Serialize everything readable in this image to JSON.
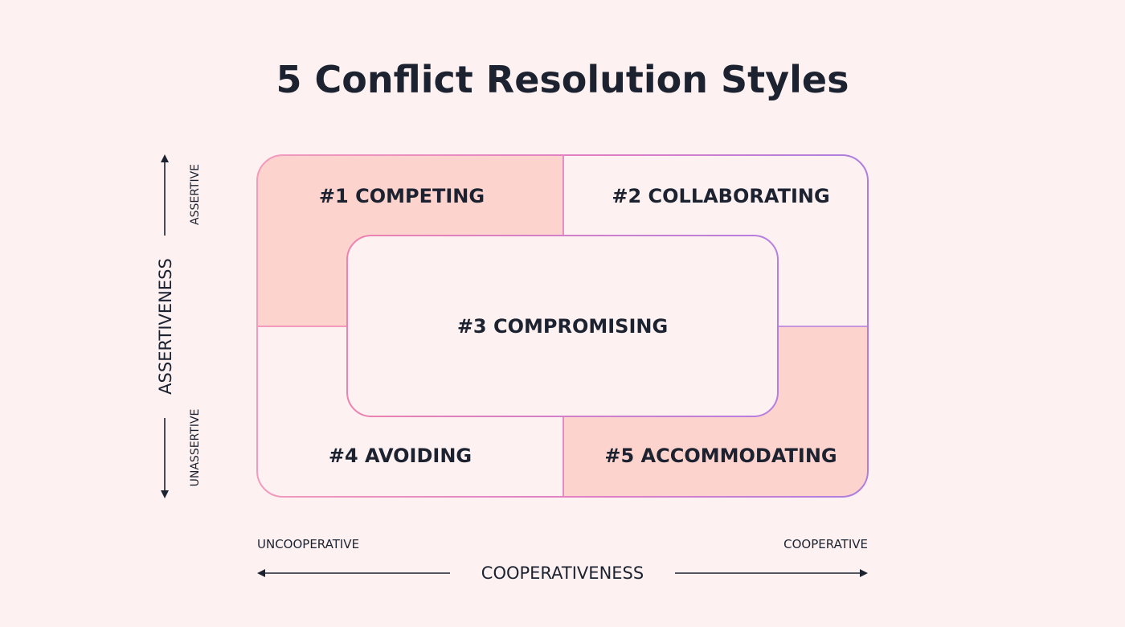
{
  "title": "5 Conflict Resolution Styles",
  "quadrants": {
    "competing": "#1 COMPETING",
    "collaborating": "#2 COLLABORATING",
    "compromising": "#3 COMPROMISING",
    "avoiding": "#4 AVOIDING",
    "accommodating": "#5 ACCOMMODATING"
  },
  "y_axis": {
    "title": "ASSERTIVENESS",
    "high": "ASSERTIVE",
    "low": "UNASSERTIVE"
  },
  "x_axis": {
    "title": "COOPERATIVENESS",
    "low": "UNCOOPERATIVE",
    "high": "COOPERATIVE"
  },
  "colors": {
    "background": "#fdf2f1",
    "highlight": "#fdd3cd",
    "border_pink": "#ee82b0",
    "border_purple": "#ad7ee0",
    "text": "#1c2230"
  }
}
